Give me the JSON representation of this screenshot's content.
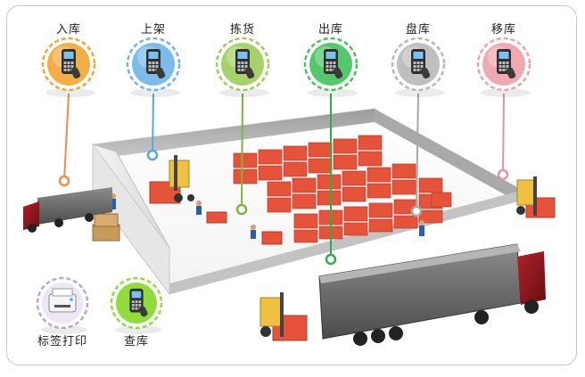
{
  "stations": [
    {
      "id": "inbound",
      "label": "入库",
      "color": "#f2a531",
      "line": "#f08b4a",
      "dot": "#f08b4a"
    },
    {
      "id": "shelving",
      "label": "上架",
      "color": "#6fb4e8",
      "line": "#5aa7e0",
      "dot": "#5aa7e0"
    },
    {
      "id": "picking",
      "label": "拣货",
      "color": "#9ccd5a",
      "line": "#7fb53c",
      "dot": "#7fb53c"
    },
    {
      "id": "outbound",
      "label": "出库",
      "color": "#43c25d",
      "line": "#2fae47",
      "dot": "#2fae47"
    },
    {
      "id": "inventory",
      "label": "盘库",
      "color": "#b8b8b8",
      "line": "#a8a8a8",
      "dot": "#a8a8a8"
    },
    {
      "id": "transfer",
      "label": "移库",
      "color": "#f0a0a8",
      "line": "#e8919b",
      "dot": "#e8919b"
    }
  ],
  "bottom": [
    {
      "id": "label-print",
      "label": "标签打印",
      "color": "#b9a6d8"
    },
    {
      "id": "query",
      "label": "查库",
      "color": "#8fdc3c"
    }
  ]
}
